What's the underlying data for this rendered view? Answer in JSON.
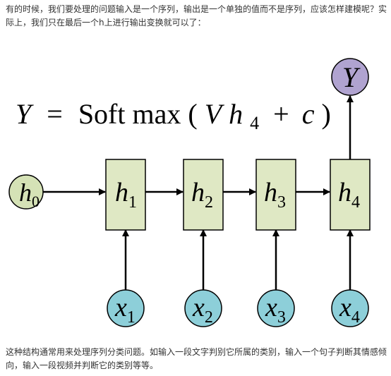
{
  "intro_text": "有的时候，我们要处理的问题输入是一个序列，输出是一个单独的值而不是序列，应该怎样建模呢？实际上，我们只在最后一个h上进行输出变换就可以了：",
  "formula": {
    "lhs": "Y",
    "equals": "=",
    "func": "Soft max",
    "lparen": "(",
    "arg_var": "V",
    "arg_h": "h",
    "arg_sub": "4",
    "plus": "+",
    "bias": "c",
    "rparen": ")"
  },
  "initial_state": {
    "base": "h",
    "sub": "0"
  },
  "hidden_states": [
    {
      "base": "h",
      "sub": "1"
    },
    {
      "base": "h",
      "sub": "2"
    },
    {
      "base": "h",
      "sub": "3"
    },
    {
      "base": "h",
      "sub": "4"
    }
  ],
  "inputs": [
    {
      "base": "x",
      "sub": "1"
    },
    {
      "base": "x",
      "sub": "2"
    },
    {
      "base": "x",
      "sub": "3"
    },
    {
      "base": "x",
      "sub": "4"
    }
  ],
  "output": {
    "label": "Y"
  },
  "colors": {
    "hidden_fill": "#dfe8c4",
    "initial_fill": "#d5e2b6",
    "input_fill": "#8dcfd9",
    "output_fill": "#b0a3d0",
    "stroke": "#000000"
  },
  "outro_text": "这种结构通常用来处理序列分类问题。如输入一段文字判别它所属的类别，输入一个句子判断其情感倾向，输入一段视频并判断它的类别等等。"
}
